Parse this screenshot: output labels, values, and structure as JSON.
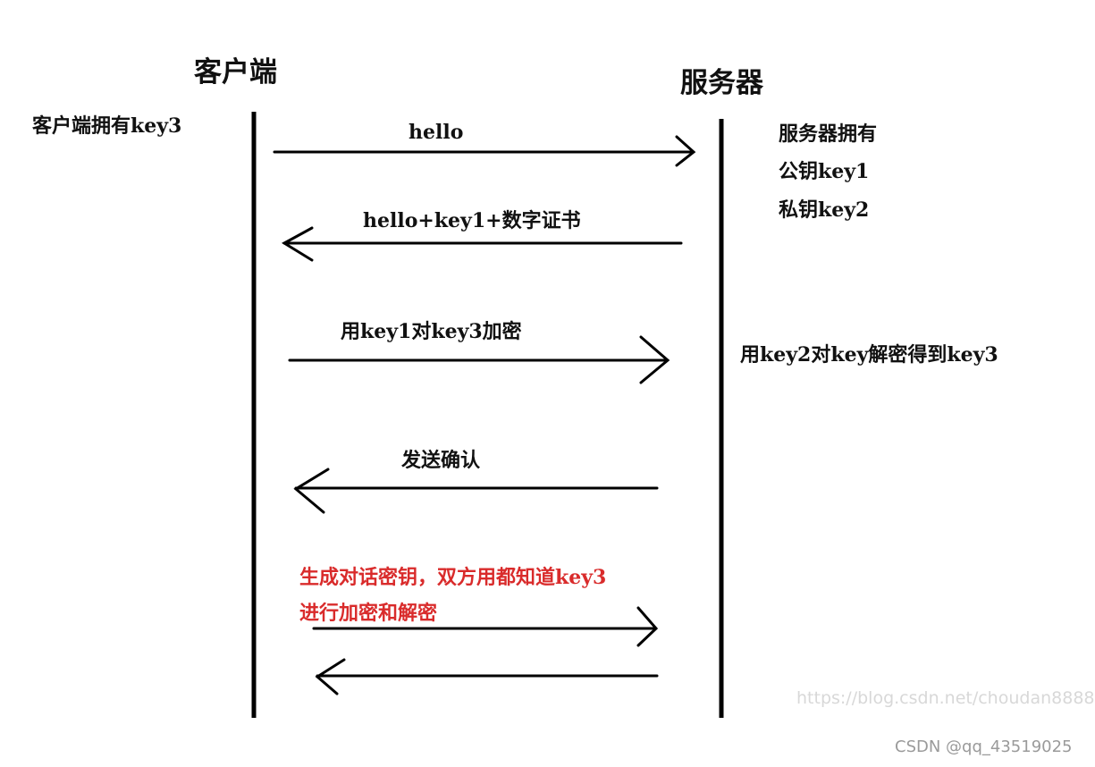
{
  "actors": {
    "client": "客户端",
    "server": "服务器"
  },
  "notes": {
    "client_has": "客户端拥有key3",
    "server_has": "服务器拥有",
    "public_key": "公钥key1",
    "private_key": "私钥key2",
    "server_decrypt": "用key2对key解密得到key3"
  },
  "messages": [
    {
      "label": "hello",
      "direction": "client-to-server"
    },
    {
      "label": "hello+key1+数字证书",
      "direction": "server-to-client"
    },
    {
      "label": "用key1对key3加密",
      "direction": "client-to-server"
    },
    {
      "label": "发送确认",
      "direction": "server-to-client"
    },
    {
      "label": "",
      "direction": "client-to-server"
    },
    {
      "label": "",
      "direction": "server-to-client"
    }
  ],
  "session_note": {
    "line1": "生成对话密钥，双方用都知道key3",
    "line2": "进行加密和解密",
    "color": "#d92b2b"
  },
  "watermarks": {
    "blog": "https://blog.csdn.net/choudan8888",
    "csdn": "CSDN @qq_43519025"
  }
}
